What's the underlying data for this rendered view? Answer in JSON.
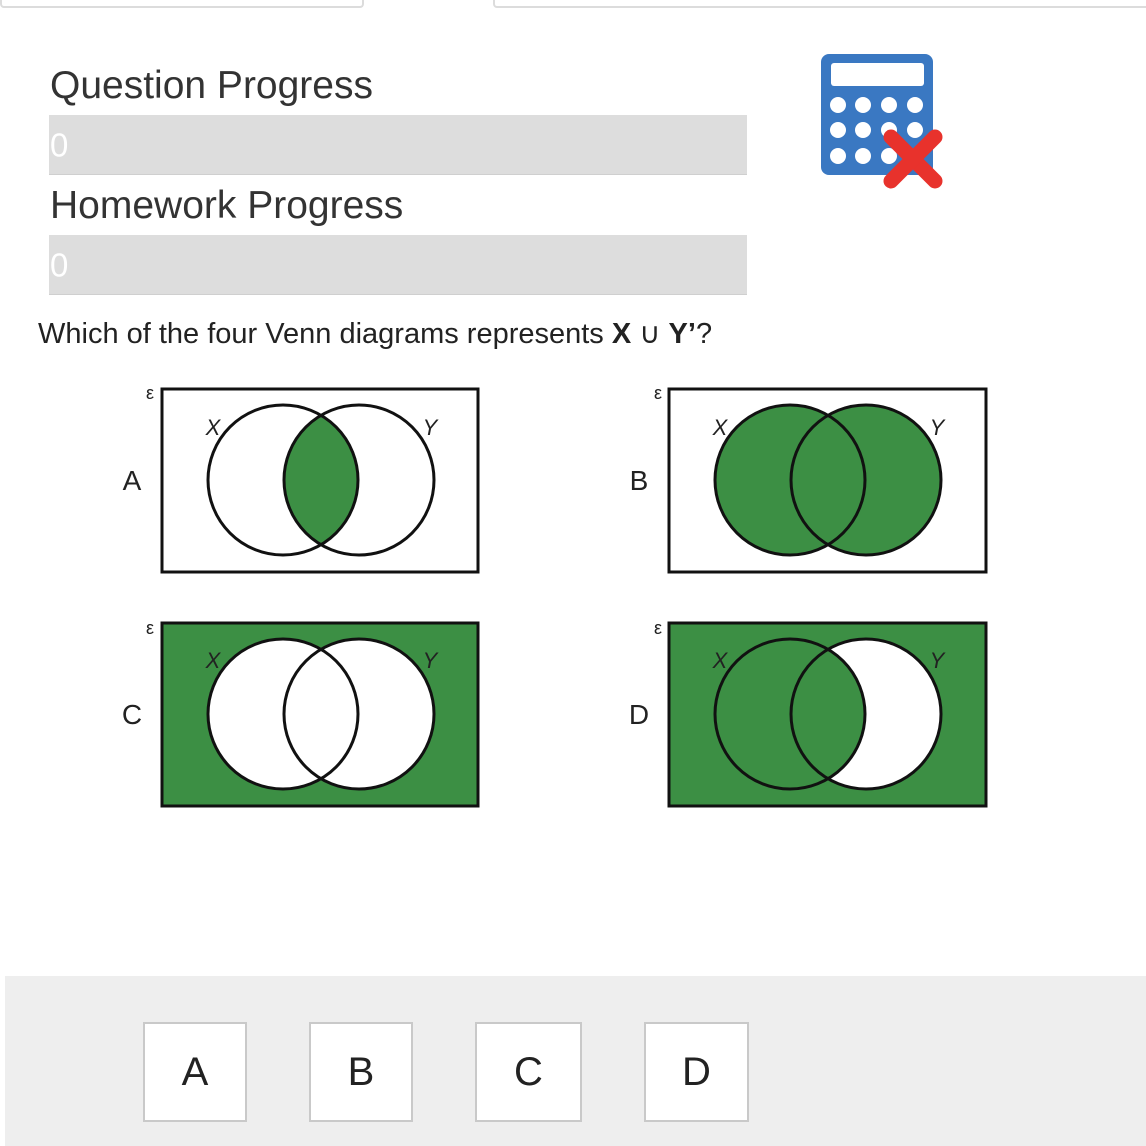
{
  "progress": {
    "question_label": "Question Progress",
    "question_value": "0",
    "question_fraction": 0,
    "homework_label": "Homework Progress",
    "homework_value": "0",
    "homework_fraction": 0
  },
  "calculator": {
    "icon": "calculator-disabled-icon",
    "body_color": "#3a78c2",
    "cross_color": "#e8322c"
  },
  "question": {
    "text_before": "Which of the four Venn diagrams represents ",
    "bold_x": "X",
    "union_symbol": " ∪ ",
    "bold_y": "Y’",
    "text_after": "?"
  },
  "venn": {
    "shade_color": "#3c8f44",
    "universal_symbol": "ε",
    "set_x_label": "X",
    "set_y_label": "Y",
    "options": [
      {
        "letter": "A",
        "shading": "intersection"
      },
      {
        "letter": "B",
        "shading": "union"
      },
      {
        "letter": "C",
        "shading": "complement of union"
      },
      {
        "letter": "D",
        "shading": "X union complement of Y"
      }
    ]
  },
  "answers": [
    "A",
    "B",
    "C",
    "D"
  ]
}
